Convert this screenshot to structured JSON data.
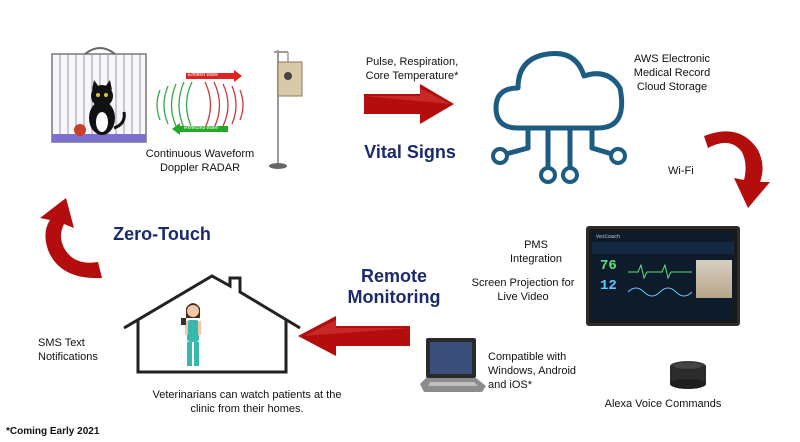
{
  "radar": {
    "emitted_label": "Emitted wave",
    "reflected_label": "Reflected wave",
    "caption_line1": "Continuous Waveform",
    "caption_line2": "Doppler RADAR"
  },
  "vitals": {
    "measures_line1": "Pulse, Respiration,",
    "measures_line2": "Core Temperature*",
    "title": "Vital Signs"
  },
  "cloud": {
    "line1": "AWS Electronic",
    "line2": "Medical Record",
    "line3": "Cloud Storage"
  },
  "wifi_label": "Wi-Fi",
  "monitor": {
    "pms_line1": "PMS",
    "pms_line2": "Integration",
    "projection_line1": "Screen Projection for",
    "projection_line2": "Live Video",
    "screen_brand": "VetCoach",
    "hr_value": "76",
    "resp_value": "12"
  },
  "remote": {
    "line1": "Remote",
    "line2": "Monitoring"
  },
  "laptop": {
    "line1": "Compatible with",
    "line2": "Windows, Android",
    "line3": "and iOS*"
  },
  "alexa_label": "Alexa Voice Commands",
  "zero_touch": "Zero-Touch",
  "sms": {
    "line1": "SMS Text",
    "line2": "Notifications"
  },
  "home": {
    "line1": "Veterinarians can watch patients at the",
    "line2": "clinic from their homes."
  },
  "footnote": "*Coming Early 2021",
  "colors": {
    "arrow_red": "#b30d0d",
    "title_navy": "#1b2a6b",
    "cloud_blue": "#1d5c82"
  }
}
